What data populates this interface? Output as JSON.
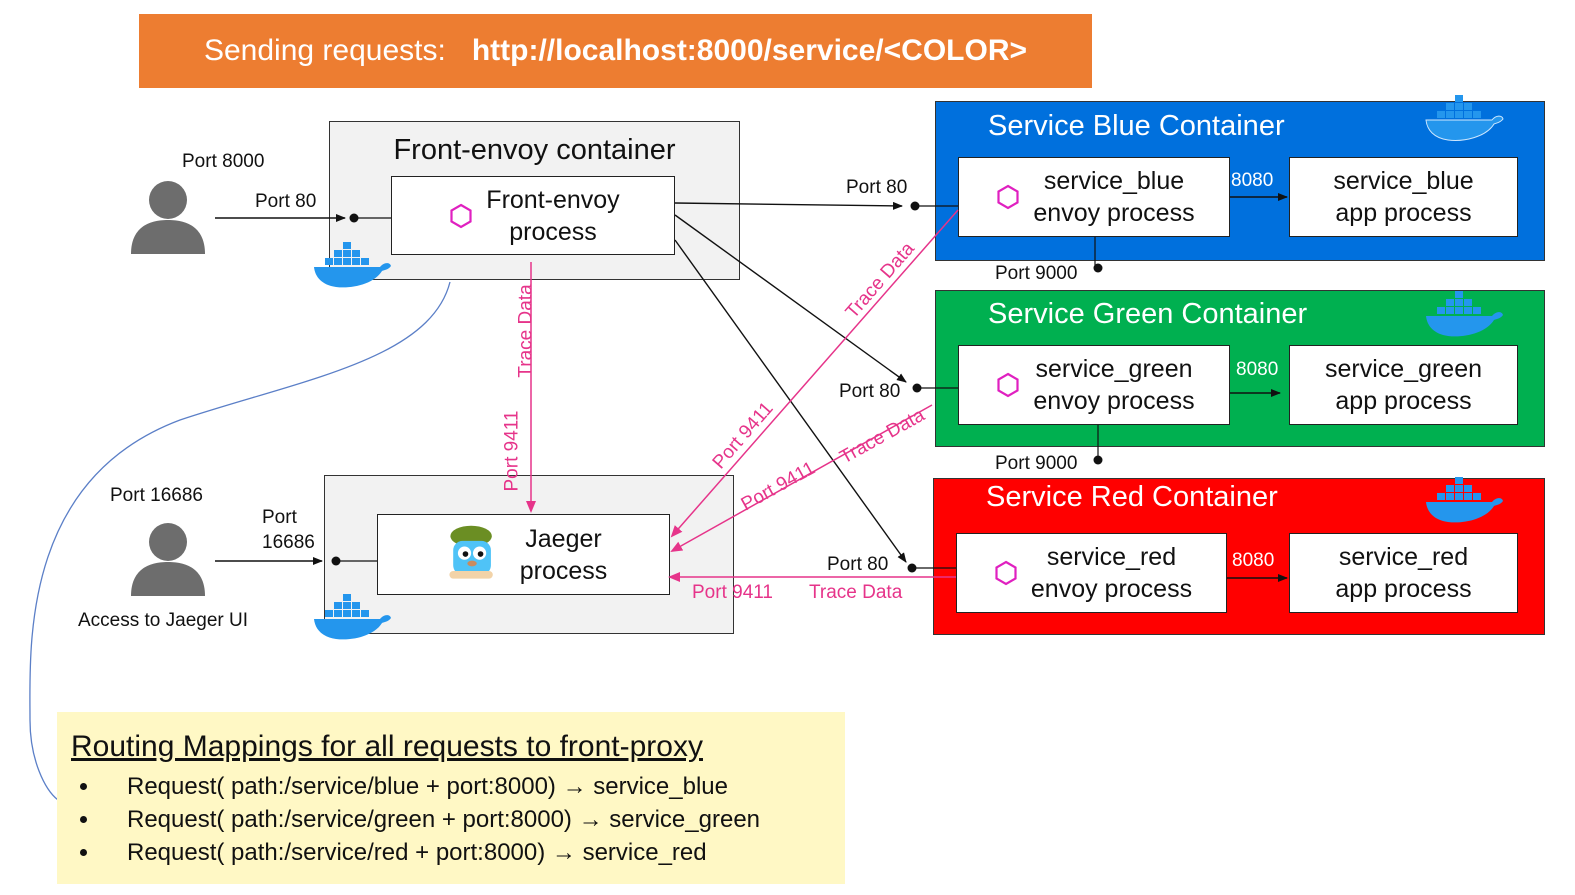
{
  "banner": {
    "label": "Sending requests:",
    "url": "http://localhost:8000/service/<COLOR>",
    "color": "#ed7d31"
  },
  "front_envoy": {
    "container_title": "Front-envoy container",
    "process_label": "Front-envoy\nprocess",
    "port_left": "Port 80",
    "user_port": "Port 8000"
  },
  "jaeger": {
    "process_label": "Jaeger\nprocess",
    "user_port": "Port 16686",
    "port_left": "Port\n16686",
    "user_caption": "Access to Jaeger UI",
    "port_in": "Port 9411",
    "trace_label": "Trace Data"
  },
  "services": [
    {
      "title": "Service Blue Container",
      "color": "#0070dd",
      "envoy_label": "service_blue\nenvoy process",
      "app_label": "service_blue\napp process",
      "port_in": "Port 80",
      "port_app": "8080",
      "port_admin": "Port 9000",
      "trace_label": "Trace Data",
      "trace_port": "Port 9411"
    },
    {
      "title": "Service Green Container",
      "color": "#00b050",
      "envoy_label": "service_green\nenvoy process",
      "app_label": "service_green\napp process",
      "port_in": "Port 80",
      "port_app": "8080",
      "port_admin": "Port 9000",
      "trace_label": "Trace Data",
      "trace_port": "Port 9411"
    },
    {
      "title": "Service Red Container",
      "color": "#ff0000",
      "envoy_label": "service_red\nenvoy process",
      "app_label": "service_red\napp process",
      "port_in": "Port 80",
      "port_app": "8080",
      "trace_label": "Trace Data",
      "trace_port": "Port 9411"
    }
  ],
  "routing": {
    "heading": "Routing Mappings for all requests to front-proxy",
    "items": [
      "Request( path:/service/blue + port:8000) →  service_blue",
      "Request( path:/service/green + port:8000) →  service_green",
      "Request( path:/service/red + port:8000) →  service_red"
    ]
  },
  "icons": {
    "user": "user-icon",
    "envoy": "envoy-hexagon-icon",
    "docker": "docker-whale-icon",
    "jaeger": "jaeger-gopher-icon"
  },
  "colors": {
    "trace": "#e6348a",
    "routing_bg": "#fff8c5"
  }
}
